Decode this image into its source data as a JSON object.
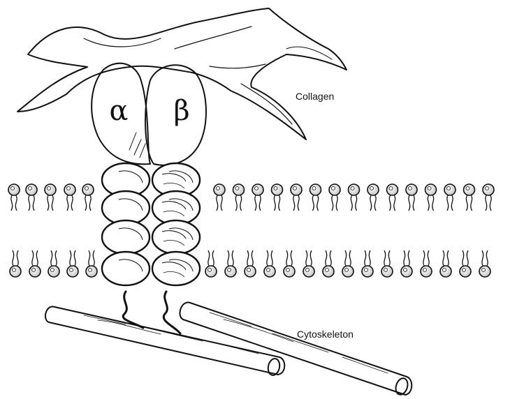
{
  "labels": {
    "alpha": "α",
    "beta": "β",
    "collagen": "Collagen",
    "cytoskeleton": "Cytoskeleton"
  },
  "colors": {
    "ink": "#111111",
    "background": "#ffffff",
    "lipid_head_fill": "#eeeeee"
  }
}
